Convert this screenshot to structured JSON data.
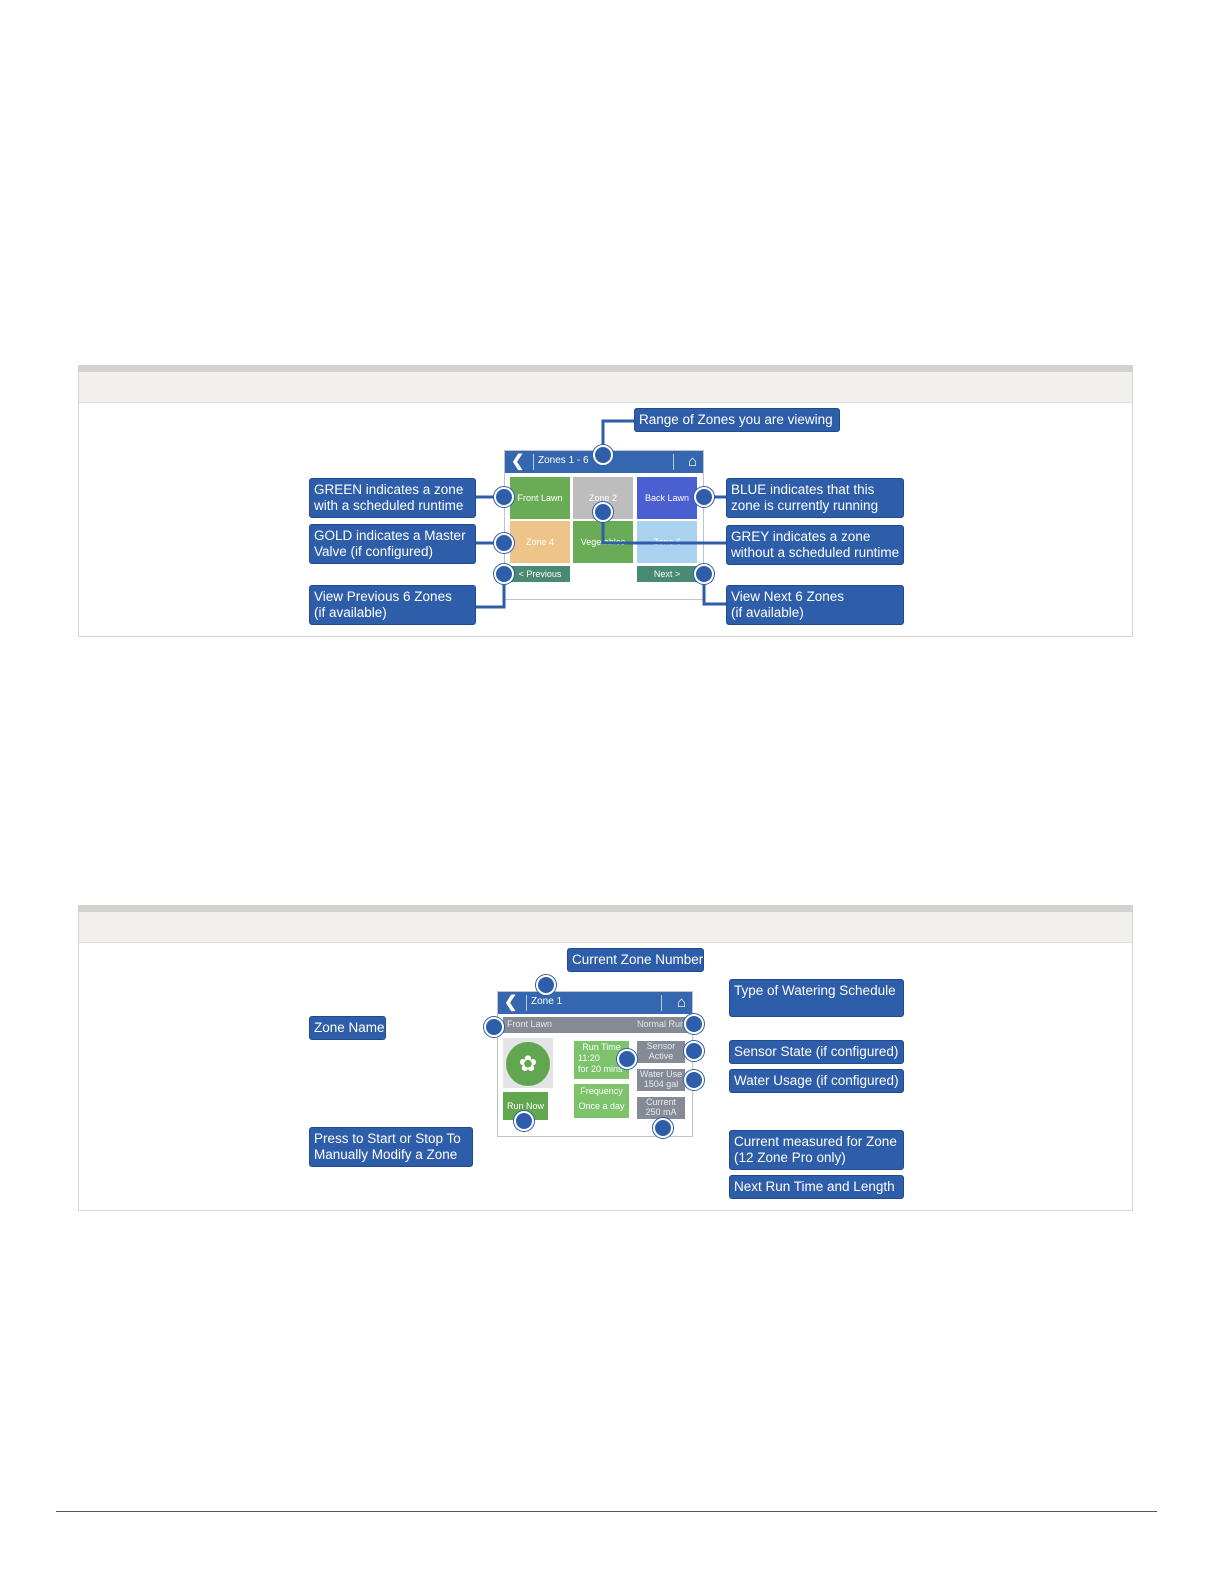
{
  "figure1": {
    "screen": {
      "title": "Zones 1 - 6",
      "back_icon": "chevron-left-icon",
      "home_icon": "home-icon",
      "tiles": [
        {
          "label": "Front Lawn",
          "color": "#6aac56"
        },
        {
          "label": "Zone 2",
          "color": "#bdbdbd"
        },
        {
          "label": "Back Lawn",
          "color": "#4a5fd0"
        },
        {
          "label": "Zone 4",
          "color": "#eec48b"
        },
        {
          "label": "Vegetables",
          "color": "#6aac56"
        },
        {
          "label": "Zone 6",
          "color": "#a8d2ee"
        }
      ],
      "prev_label": "< Previous",
      "next_label": "Next >"
    },
    "callouts": {
      "range": "Range of Zones you are viewing",
      "green": [
        "GREEN indicates a zone",
        "with a scheduled runtime"
      ],
      "gold": [
        "GOLD indicates a Master",
        "Valve (if configured)"
      ],
      "prev": [
        "View Previous 6 Zones",
        "(if available)"
      ],
      "blue": [
        "BLUE indicates that this",
        "zone is currently running"
      ],
      "grey": [
        "GREY indicates a zone",
        "without a scheduled runtime"
      ],
      "next": [
        "View Next 6 Zones",
        "(if available)"
      ]
    }
  },
  "figure2": {
    "screen": {
      "title": "Zone 1",
      "back_icon": "chevron-left-icon",
      "home_icon": "home-icon",
      "zone_name": "Front Lawn",
      "schedule_type": "Normal Run",
      "leaf_icon": "leaf-icon",
      "run_now": "Run Now",
      "run_time_label": "Run Time",
      "run_time_value": "11:20",
      "run_time_length": "for 20 mins",
      "frequency_label": "Frequency",
      "frequency_value": "Once a day",
      "sensor_label": "Sensor",
      "sensor_value": "Active",
      "water_label": "Water Use",
      "water_value": "1504 gal",
      "current_label": "Current",
      "current_value": "250 mA"
    },
    "callouts": {
      "zone_number": "Current Zone Number",
      "zone_name": "Zone Name",
      "run_now": [
        "Press to Start or Stop To",
        "Manually Modify a Zone"
      ],
      "schedule": "Type of Watering Schedule",
      "sensor": "Sensor State (if configured)",
      "water": "Water Usage (if configured)",
      "current": [
        "Current measured for Zone",
        "(12 Zone Pro only)"
      ],
      "next_run": "Next Run Time and Length"
    }
  }
}
